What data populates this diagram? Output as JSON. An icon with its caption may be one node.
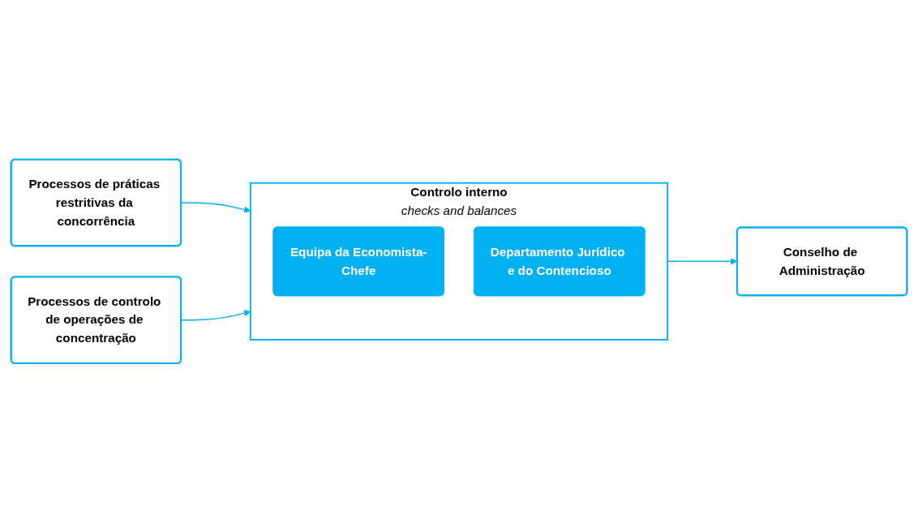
{
  "diagram": {
    "nodes": [
      {
        "text": [
          "Processos de práticas restritivas da concorrência"
        ]
      },
      {
        "text": [
          "Processos de controlo de operações de concentração"
        ]
      },
      {
        "text": [
          "Controlo interno",
          "checks and balances"
        ]
      },
      {
        "text": [
          "Equipa da Economista-Chefe"
        ],
        "in": 2
      },
      {
        "text": [
          "Departamento Jurídico e do Contencioso"
        ],
        "in": 2
      },
      {
        "text": [
          "Conselho de Administração"
        ]
      }
    ],
    "edges": [
      {
        "from": 0,
        "to": 2,
        "arrow": "to"
      },
      {
        "from": 1,
        "to": 2,
        "arrow": "to"
      },
      {
        "from": 2,
        "to": 5,
        "arrow": "to"
      }
    ]
  }
}
